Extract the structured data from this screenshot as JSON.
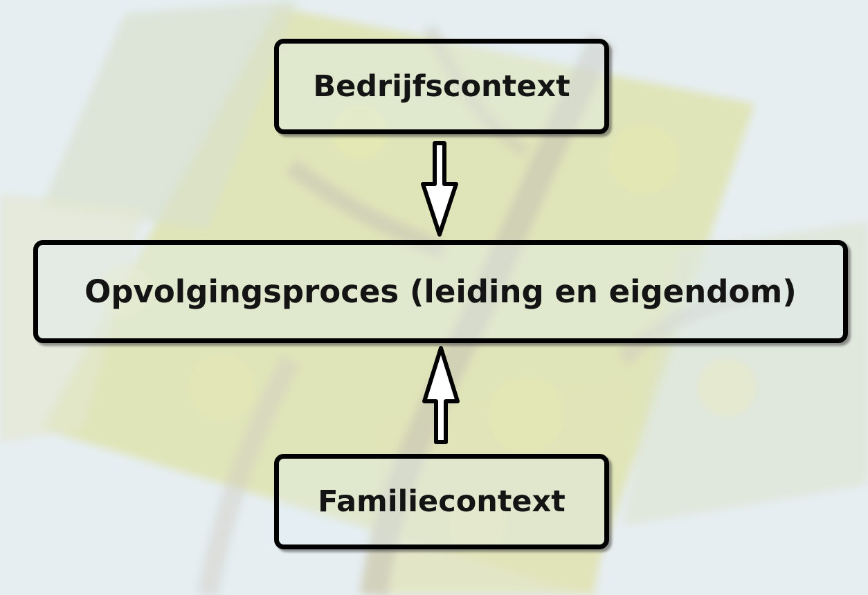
{
  "diagram": {
    "top_box": {
      "label": "Bedrijfscontext"
    },
    "middle_box": {
      "label": "Opvolgingsproces (leiding en eigendom)"
    },
    "bottom_box": {
      "label": "Familiecontext"
    },
    "arrows": [
      {
        "from": "top_box",
        "to": "middle_box",
        "direction": "down"
      },
      {
        "from": "bottom_box",
        "to": "middle_box",
        "direction": "up"
      }
    ]
  },
  "colors": {
    "border": "#000000",
    "text": "#141414",
    "background_tint": "#e2edf4",
    "foliage": "#d8dc8a"
  }
}
